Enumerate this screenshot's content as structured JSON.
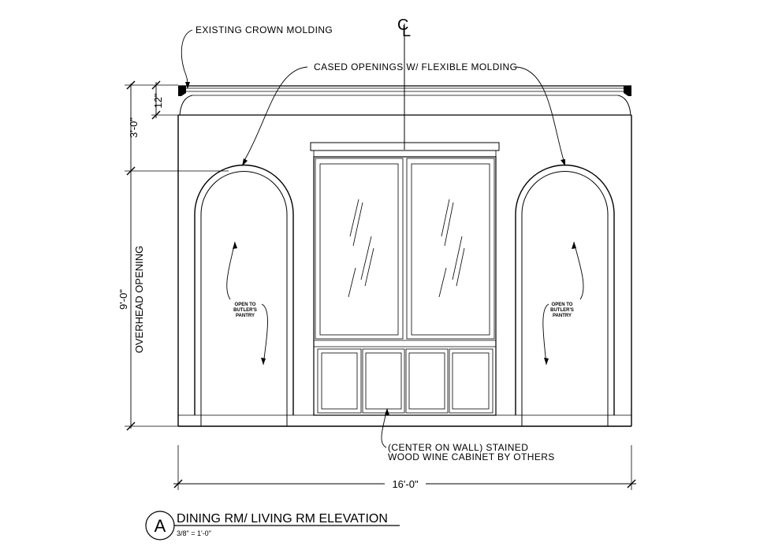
{
  "notes": {
    "crown_molding": "EXISTING CROWN MOLDING",
    "cased_openings": "CASED OPENINGS W/ FLEXIBLE MOLDING",
    "centerline": "CL",
    "cabinet_line1": "(CENTER ON WALL) STAINED",
    "cabinet_line2": "WOOD WINE CABINET BY OTHERS"
  },
  "opening_label": [
    "OPEN TO",
    "BUTLER'S",
    "PANTRY"
  ],
  "dimensions": {
    "crown_height": "12\"",
    "above_opening": "3'-0\"",
    "opening_height": "9'-0\"",
    "opening_caption": "OVERHEAD OPENING",
    "wall_width": "16'-0\""
  },
  "title_block": {
    "marker": "A",
    "title": "DINING RM/ LIVING RM ELEVATION",
    "scale": "3/8\" = 1'-0\""
  }
}
